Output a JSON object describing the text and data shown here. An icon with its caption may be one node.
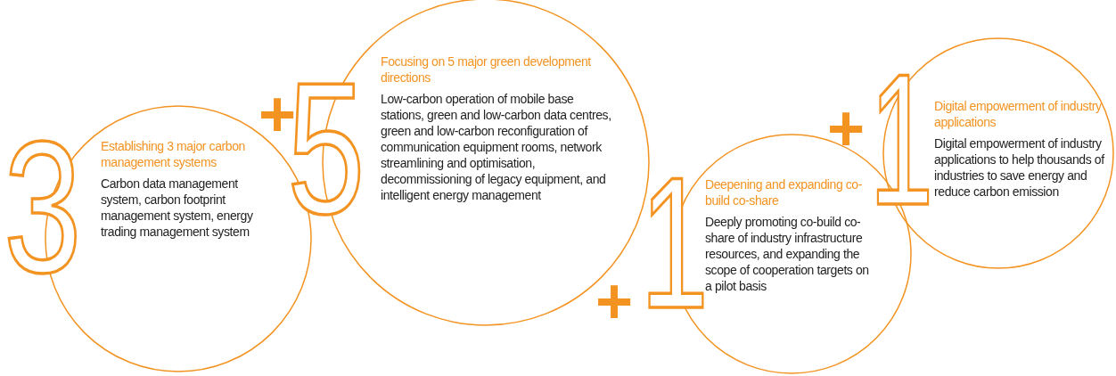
{
  "diagram": {
    "nodes": [
      {
        "text": [
          "3",
          "Establishing 3 major carbon management systems",
          "Carbon data management system, carbon footprint management system, energy trading management system"
        ]
      },
      {
        "text": [
          "5",
          "Focusing on 5 major green development directions",
          "Low-carbon operation of mobile base stations, green and low-carbon data centres, green and low-carbon reconfiguration of communication equipment rooms, network streamlining and optimisation, decommissioning of legacy equipment, and intelligent energy management"
        ]
      },
      {
        "text": [
          "1",
          "Deepening and expanding co-build co-share",
          "Deeply promoting co-build co-share of industry infrastructure resources, and expanding the scope of cooperation targets on a pilot basis"
        ]
      },
      {
        "text": [
          "1",
          "Digital empowerment of industry applications",
          "Digital empowerment of industry applications to help thousands of industries to save energy and reduce carbon emission"
        ]
      }
    ],
    "labels": [
      "+",
      "+",
      "+"
    ]
  }
}
